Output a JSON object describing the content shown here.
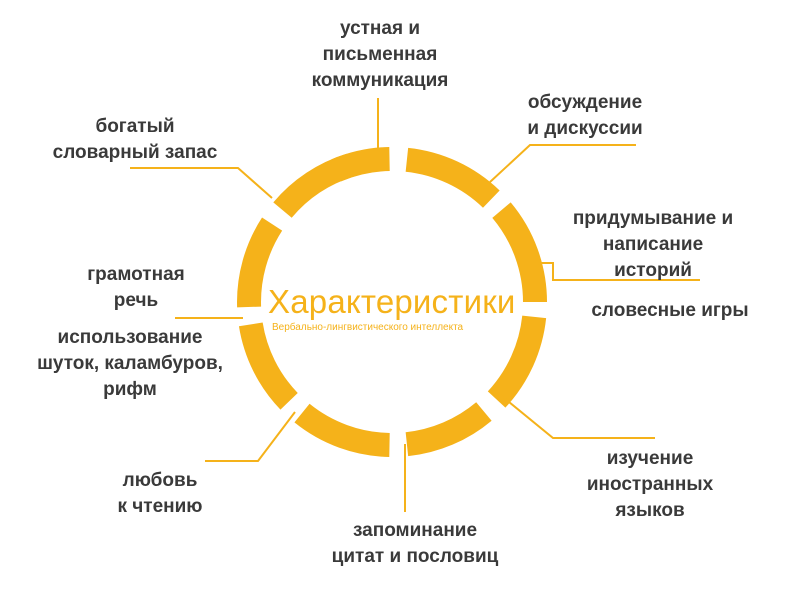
{
  "center": {
    "title": "Характеристики",
    "subtitle": "Вербально-лингвистического интеллекта"
  },
  "labels": {
    "oral_written": "устная и\nписьменная\nкоммуникация",
    "discussions": "обсуждение\nи дискуссии",
    "stories": "придумывание и\nнаписание\nисторий",
    "word_games": "словесные игры",
    "languages": "изучение\nиностранных\nязыков",
    "quotes": "запоминание\nцитат и пословиц",
    "reading": "любовь\nк чтению",
    "jokes": "использование\nшуток, каламбуров,\nрифм",
    "speech": "грамотная\nречь",
    "vocabulary": "богатый\nсловарный запас"
  },
  "colors": {
    "accent": "#f5b21a",
    "text": "#3a3a3a"
  }
}
